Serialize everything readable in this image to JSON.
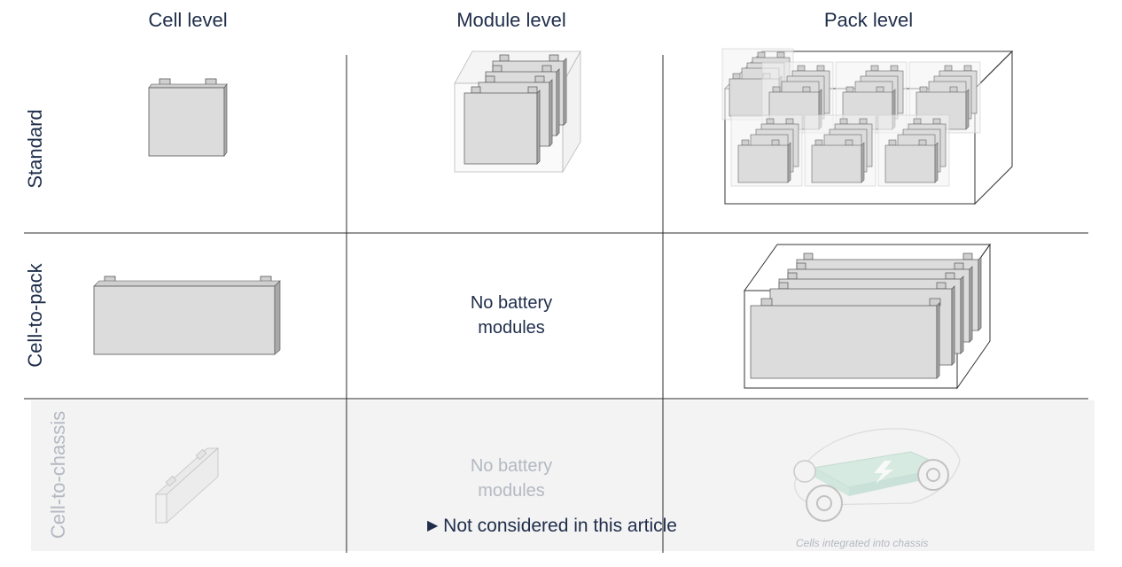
{
  "columns": [
    "Cell level",
    "Module level",
    "Pack level"
  ],
  "rows": [
    "Standard",
    "Cell-to-pack",
    "Cell-to-chassis"
  ],
  "no_modules_text": [
    "No battery",
    "modules"
  ],
  "no_modules_text_muted": [
    "No battery",
    "modules"
  ],
  "note": "Not considered in this article",
  "chassis_caption": "Cells integrated into chassis",
  "colors": {
    "text": "#1f2d4a",
    "muted": "#b4b8c2",
    "cell_fill": "#dcdcdc",
    "cell_side": "#a9a9a9",
    "shade_band": "#f2f2f2",
    "line": "#2b2b2b"
  }
}
